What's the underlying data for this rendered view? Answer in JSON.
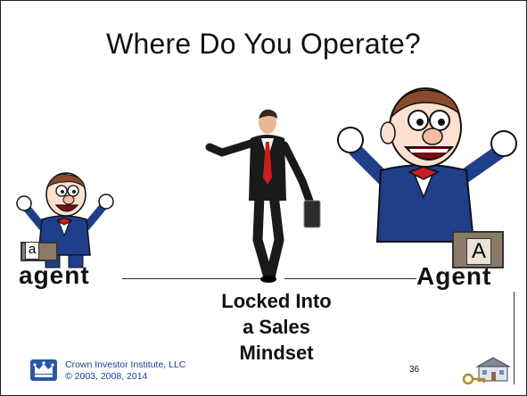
{
  "slide": {
    "title": "Where Do You Operate?",
    "left_label": "agent",
    "right_label": "Agent",
    "left_briefcase_letter": "a",
    "right_briefcase_letter": "A",
    "center_text": [
      "Locked Into",
      "a Sales",
      "Mindset"
    ],
    "footer": {
      "line1": "Crown Investor Institute, LLC",
      "line2": "© 2003, 2008, 2014"
    },
    "page_number": "36"
  },
  "colors": {
    "suit": "#1f3f8a",
    "tie": "#c81e1e",
    "footer_text": "#1a3d8f",
    "logo_blue": "#2a56a8",
    "briefcase": "#8a7a6a"
  },
  "icons": [
    "crown-logo-icon",
    "house-key-icon"
  ]
}
